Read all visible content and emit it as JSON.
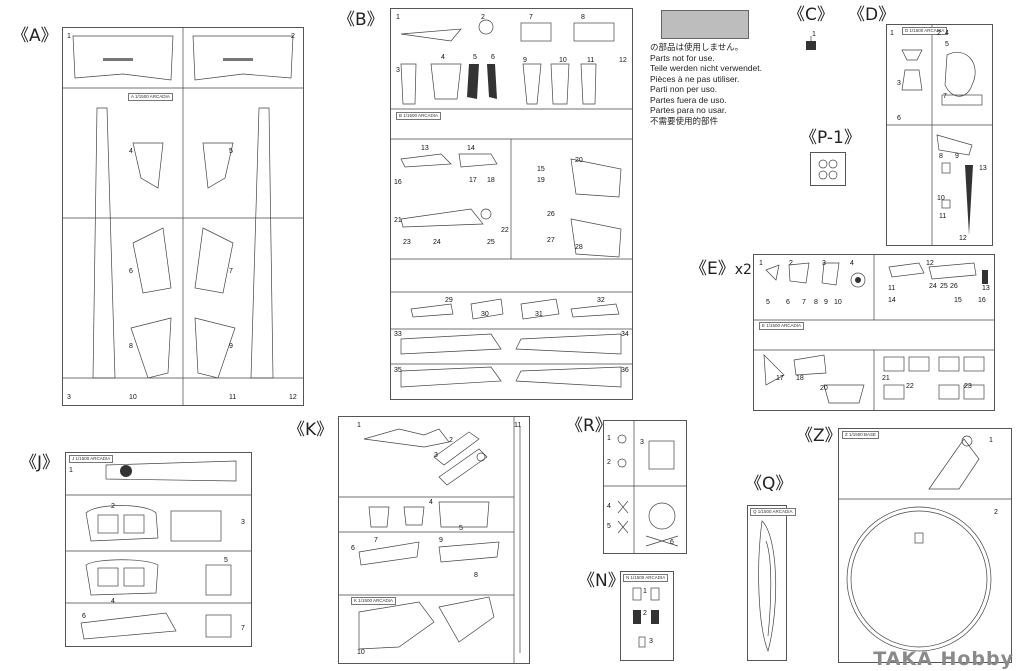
{
  "sheet_labels": {
    "A": "《A》",
    "B": "《B》",
    "C": "《C》",
    "D": "《D》",
    "P1": "《P-1》",
    "E": "《E》",
    "E_qty": "x2",
    "J": "《J》",
    "K": "《K》",
    "R": "《R》",
    "Z": "《Z》",
    "Q": "《Q》",
    "N": "《N》"
  },
  "unused_note": {
    "lines": [
      "の部品は使用しません。",
      "Parts not for use.",
      "Teile werden nicht verwendet.",
      "Pièces à ne pas utiliser.",
      "Parti non per uso.",
      "Partes fuera de uso.",
      "Partes para no usar.",
      "不需要使用的部件"
    ]
  },
  "sprue_tags": {
    "A": "A 1/1500 ARCADIA",
    "B": "B 1/1500 ARCADIA",
    "D": "D 1/1500 ARCADIA",
    "E": "E 1/1500 ARCADIA",
    "J": "J 1/1500 ARCADIA",
    "K": "K 1/1500 ARCADIA",
    "Z": "Z 1/1500 BASE",
    "Q": "Q 1/1500 ARCADIA",
    "N": "N 1/1500 ARCADIA"
  },
  "parts": {
    "A": [
      "1",
      "2",
      "3",
      "4",
      "5",
      "6",
      "7",
      "8",
      "9",
      "10",
      "11",
      "12"
    ],
    "B": [
      "1",
      "2",
      "3",
      "4",
      "5",
      "6",
      "7",
      "8",
      "9",
      "10",
      "11",
      "12",
      "13",
      "14",
      "15",
      "16",
      "17",
      "18",
      "19",
      "20",
      "21",
      "22",
      "23",
      "24",
      "25",
      "26",
      "27",
      "28",
      "29",
      "30",
      "31",
      "32",
      "33",
      "34",
      "35",
      "36"
    ],
    "C": [
      "1"
    ],
    "D": [
      "1",
      "2",
      "3",
      "4",
      "5",
      "6",
      "7",
      "8",
      "9",
      "10",
      "11",
      "12",
      "13"
    ],
    "E": [
      "1",
      "2",
      "3",
      "4",
      "5",
      "6",
      "7",
      "8",
      "9",
      "10",
      "11",
      "12",
      "13",
      "14",
      "15",
      "16",
      "17",
      "18",
      "20",
      "21",
      "22",
      "23",
      "24",
      "25",
      "26"
    ],
    "J": [
      "1",
      "2",
      "3",
      "4",
      "5",
      "6",
      "7"
    ],
    "K": [
      "1",
      "2",
      "3",
      "4",
      "5",
      "6",
      "7",
      "8",
      "9",
      "10",
      "11"
    ],
    "R": [
      "1",
      "2",
      "3",
      "4",
      "5",
      "6"
    ],
    "Z": [
      "1",
      "2"
    ],
    "N": [
      "1",
      "2",
      "3"
    ]
  },
  "watermark": "TAKA Hobby"
}
